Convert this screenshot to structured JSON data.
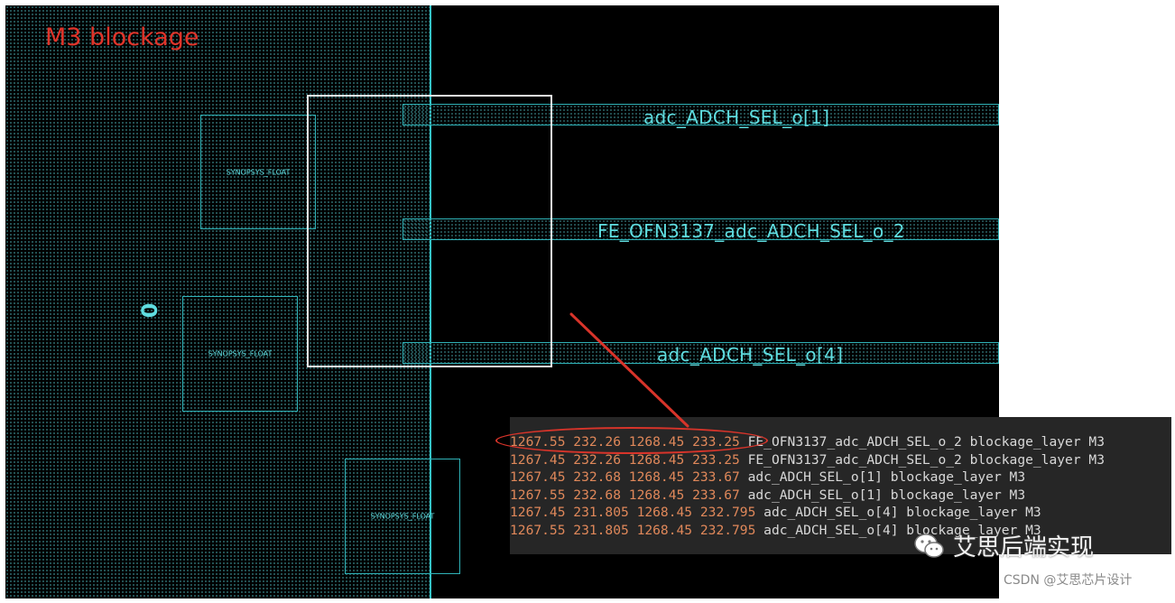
{
  "title": "M3 blockage",
  "pins": [
    {
      "label": "adc_ADCH_SEL_o[1]"
    },
    {
      "label": "FE_OFN3137_adc_ADCH_SEL_o_2"
    },
    {
      "label": "adc_ADCH_SEL_o[4]"
    }
  ],
  "cells": [
    {
      "label": "SYNOPSYS_FLOAT"
    },
    {
      "label": "SYNOPSYS_FLOAT"
    },
    {
      "label": "SYNOPSYS_FLOAT"
    }
  ],
  "rotated_label": "0",
  "terminal": {
    "lines": [
      {
        "coords": "1267.55 232.26 1268.45 233.25",
        "rest": " FE_OFN3137_adc_ADCH_SEL_o_2 blockage_layer M3"
      },
      {
        "coords": "1267.45 232.26 1268.45 233.25",
        "rest": " FE_OFN3137_adc_ADCH_SEL_o_2 blockage_layer M3"
      },
      {
        "coords": "1267.45 232.68 1268.45 233.67",
        "rest": " adc_ADCH_SEL_o[1] blockage_layer M3"
      },
      {
        "coords": "1267.55 232.68 1268.45 233.67",
        "rest": " adc_ADCH_SEL_o[1] blockage_layer M3"
      },
      {
        "coords": "1267.45 231.805 1268.45 232.795",
        "rest": " adc_ADCH_SEL_o[4] blockage_layer M3"
      },
      {
        "coords": "1267.55 231.805 1268.45 232.795",
        "rest": " adc_ADCH_SEL_o[4] blockage_layer M3"
      }
    ]
  },
  "watermark": {
    "text": "艾思后端实现",
    "icon": "wechat-icon"
  },
  "credit": "CSDN @艾思芯片设计",
  "colors": {
    "accent_cyan": "#5fdde0",
    "annotation_red": "#d8342a",
    "terminal_bg": "#262626",
    "number_orange": "#e0885a"
  }
}
